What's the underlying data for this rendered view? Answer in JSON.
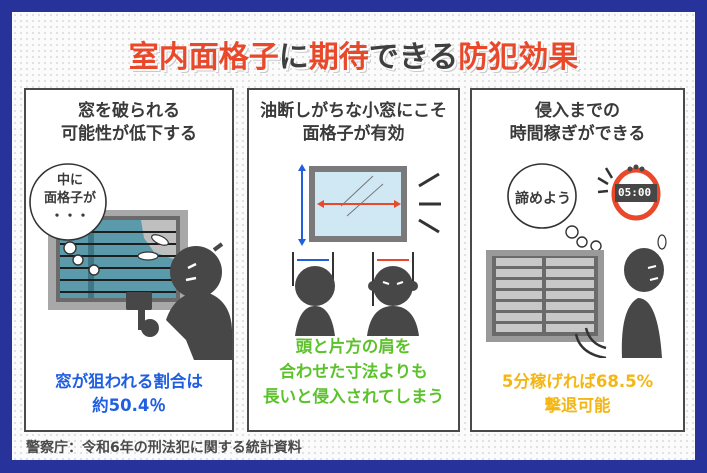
{
  "title": {
    "segments": [
      {
        "text": "室内面格子",
        "color": "#e9492a"
      },
      {
        "text": "に",
        "color": "#3f3f3f"
      },
      {
        "text": "期待",
        "color": "#e9492a"
      },
      {
        "text": "できる",
        "color": "#3f3f3f"
      },
      {
        "text": "防犯効果",
        "color": "#e9492a"
      }
    ]
  },
  "panels": [
    {
      "heading_line1": "窓を破られる",
      "heading_line2": "可能性が低下する",
      "thought_bubble": {
        "line1": "中に",
        "line2": "面格子が",
        "line3": "・・・"
      },
      "illustration": "burglar-with-hammer-at-grilled-window-icon",
      "footer_line1": "窓が狙われる割合は",
      "footer_line2": "約50.4％",
      "footer_color": "#1f5fe0"
    },
    {
      "heading_line1": "油断しがちな小窓にこそ",
      "heading_line2": "面格子が有効",
      "illustration": "small-window-width-vs-head-shoulder-icon",
      "footer_line1": "頭と片方の肩を",
      "footer_line2": "合わせた寸法よりも",
      "footer_line3": "長いと侵入されてしまう",
      "footer_color": "#5cc22b"
    },
    {
      "heading_line1": "侵入までの",
      "heading_line2": "時間稼ぎができる",
      "thought_bubble": {
        "line1": "諦めよう"
      },
      "timer": "05:00",
      "illustration": "burglar-giving-up-at-grilled-window-icon",
      "footer_line1": "5分稼げれば68.5%",
      "footer_line2": "撃退可能",
      "footer_color": "#f4b614"
    }
  ],
  "source": "警察庁：令和6年の刑法犯に関する統計資料",
  "colors": {
    "border": "#27339a",
    "accent_red": "#e9492a",
    "blue": "#1f5fe0",
    "green": "#5cc22b",
    "yellow": "#f4b614"
  }
}
